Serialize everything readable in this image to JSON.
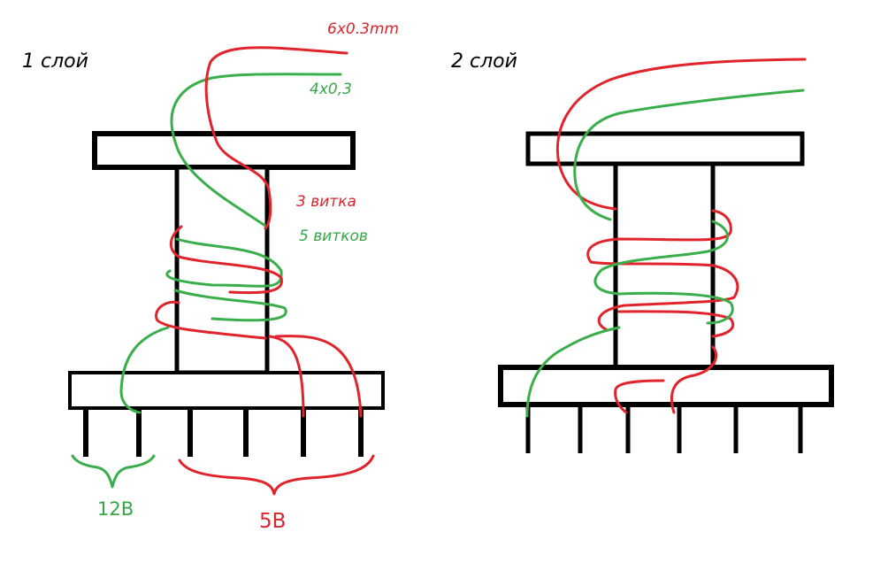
{
  "layer1": {
    "title": "1 слой",
    "wire_red_spec": "6x0.3mm",
    "wire_green_spec": "4x0,3",
    "turns_red": "3 витка",
    "turns_green": "5 витков",
    "voltage_green": "12В",
    "voltage_red": "5В"
  },
  "layer2": {
    "title": "2 слой"
  },
  "colors": {
    "outline": "#000000",
    "red_wire": "#e0242c",
    "green_wire": "#3aae4a",
    "red_text": "#d9252d",
    "green_text": "#35a747",
    "title_text": "#000000"
  }
}
